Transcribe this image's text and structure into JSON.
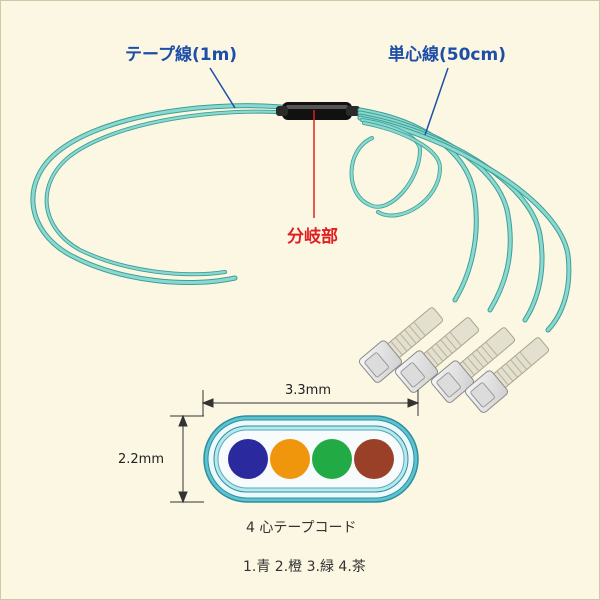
{
  "labels": {
    "tape_fiber": "テープ線(1m)",
    "single_fiber": "単心線(50cm)",
    "branch": "分岐部",
    "width": "3.3mm",
    "height": "2.2mm",
    "caption": "4 心テープコード",
    "legend": "1.青 2.橙 3.緑 4.茶"
  },
  "colors": {
    "background": "#fbf7e3",
    "label_blue": "#1d4fa8",
    "label_red": "#e02020",
    "fiber": "#6fc7bd",
    "core_1": "#2a2a9e",
    "core_2": "#f0960c",
    "core_3": "#22aa44",
    "core_4": "#9a3f28"
  }
}
